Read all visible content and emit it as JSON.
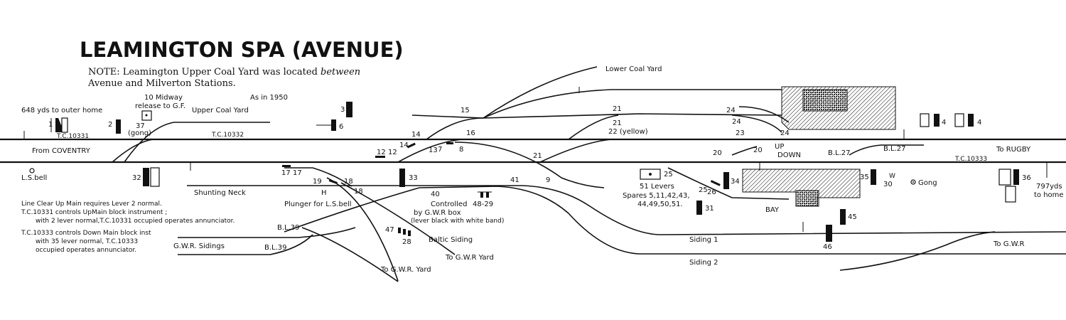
{
  "title": "LEAMINGTON SPA (AVENUE)",
  "note": {
    "line1_a": "NOTE:  Leamington Upper Coal Yard was located ",
    "line1_em": "between",
    "line2": "Avenue and Milverton Stations."
  },
  "as_in": "As in 1950",
  "labels": {
    "outer_home_left": "648 yds  to outer home",
    "tc10331_top": "T.C.10331",
    "midway": "10 Midway",
    "release": "release to G.F.",
    "gong37": "37",
    "gong37b": "(gong)",
    "upper_coal_yard": "Upper Coal Yard",
    "tc10332": "T.C.10332",
    "from_coventry": "From COVENTRY",
    "ls_bell": "L.S.bell",
    "shunting_neck": "Shunting Neck",
    "plunger": "Plunger for L.S.bell",
    "lower_coal_yard": "Lower Coal Yard",
    "yellow22": "22 (yellow)",
    "controlled1": "Controlled",
    "controlled2": "by G.W.R box",
    "controlled3": "(lever black with white band)",
    "baltic_siding": "Baltic Siding",
    "to_gwr_yard_1": "To G.W.R Yard",
    "to_gwr_yard_2": "To G.W.R. Yard",
    "gwr_sidings": "G.W.R. Sidings",
    "bl39a": "B.L.39",
    "bl39b": "B.L.39",
    "up": "UP",
    "down": "DOWN",
    "bl27a": "B.L.27",
    "bl27b": "B.L.27",
    "to_rugby": "To RUGBY",
    "tc10333": "T.C.10333",
    "levers51": "51 Levers",
    "spares1": "Spares 5,11,42,43,",
    "spares2": "44,49,50,51.",
    "bay": "BAY",
    "gong38": "Gong",
    "yds797a": "797yds",
    "yds797b": "to home",
    "siding1": "Siding 1",
    "siding2": "Siding 2",
    "to_gwr": "To G.W.R",
    "footnote1": "Line Clear Up Main requires Lever 2 normal.",
    "footnote2": "T.C.10331 controls UpMain block instrument ;",
    "footnote3": "with 2 lever normal,T.C.10331 occupied operates annunciator.",
    "footnote4": "T.C.10333 controls Down Main block inst",
    "footnote5": "with 35 lever normal, T.C.10333",
    "footnote6": "occupied operates annunciator."
  },
  "numbers": {
    "n1": "1",
    "n2": "2",
    "n3": "3",
    "n4a": "4",
    "n4b": "4",
    "n6": "6",
    "n7": "7",
    "n8": "8",
    "n9": "9",
    "n12a": "12",
    "n12b": "12",
    "n13": "13",
    "n14a": "14",
    "n14b": "14",
    "n15": "15",
    "n16": "16",
    "n17a": "17",
    "n17b": "17",
    "n18": "18",
    "n19": "19",
    "n20a": "20",
    "n20b": "20",
    "n21a": "21",
    "n21b": "21",
    "n21c": "21",
    "n23": "23",
    "n24a": "24",
    "n24b": "24",
    "n24c": "24",
    "n25a": "25",
    "n25b": "25",
    "n26": "26",
    "n28": "28",
    "n29": "48-29",
    "n30": "30",
    "n31": "31",
    "n32": "32",
    "n33": "33",
    "n34": "34",
    "n35": "35",
    "n36": "36",
    "n40": "40",
    "n41": "41",
    "n45": "45",
    "n46": "46",
    "n47": "47",
    "nH": "H",
    "nW": "W"
  }
}
